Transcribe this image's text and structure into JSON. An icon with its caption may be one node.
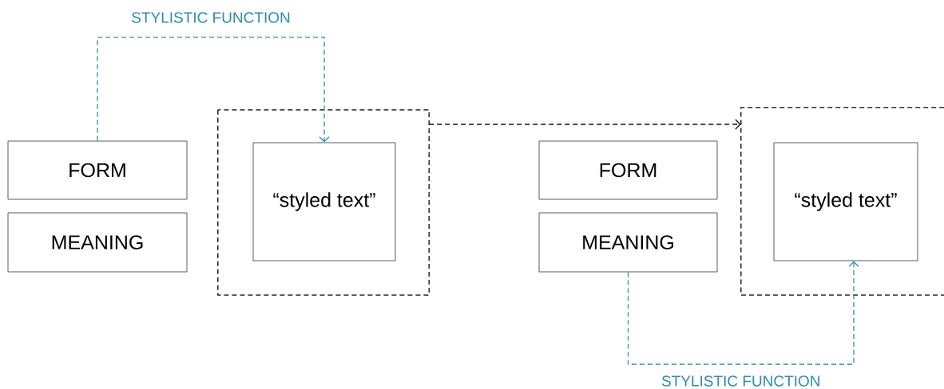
{
  "diagram": {
    "nodes": [
      {
        "text": [
          "FORM"
        ]
      },
      {
        "text": [
          "MEANING"
        ]
      },
      {
        "text": [],
        "shape": "box"
      },
      {
        "text": [
          "“styled text”"
        ],
        "in": 2
      },
      {
        "text": [
          "FORM"
        ]
      },
      {
        "text": [
          "MEANING"
        ]
      },
      {
        "text": [],
        "shape": "box"
      },
      {
        "text": [
          "“styled text”"
        ],
        "in": 6
      }
    ],
    "edges": [
      {
        "from": 0,
        "to": 3,
        "arrow": "to",
        "label": "STYLISTIC FUNCTION",
        "style": "dashed",
        "color": "#2b8cb0"
      },
      {
        "from": 2,
        "to": 6,
        "arrow": "to",
        "style": "dashed",
        "color": "#111111"
      },
      {
        "from": 5,
        "to": 7,
        "arrow": "to",
        "label": "STYLISTIC FUNCTION",
        "style": "dashed",
        "color": "#2b8cb0"
      }
    ]
  }
}
